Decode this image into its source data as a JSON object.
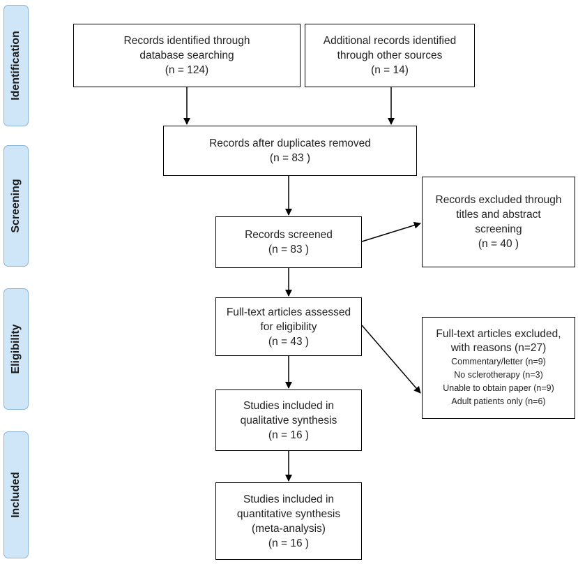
{
  "phases": {
    "identification": "Identification",
    "screening": "Screening",
    "eligibility": "Eligibility",
    "included": "Included"
  },
  "boxes": {
    "database_search": [
      "Records identified through",
      "database searching",
      "(n =  124)"
    ],
    "other_sources": [
      "Additional records identified",
      "through other sources",
      "(n = 14)"
    ],
    "duplicates_removed": [
      "Records after duplicates removed",
      "(n = 83 )"
    ],
    "records_screened": [
      "Records screened",
      "(n = 83 )"
    ],
    "records_excluded": [
      "Records excluded through",
      "titles and abstract",
      "screening",
      "(n = 40 )"
    ],
    "fulltext_assessed": [
      "Full-text articles assessed",
      "for eligibility",
      "(n = 43 )"
    ],
    "fulltext_excluded": {
      "heading": [
        "Full-text articles excluded,",
        "with reasons (n=27)"
      ],
      "reasons": [
        "Commentary/letter (n=9)",
        "No sclerotherapy (n=3)",
        "Unable to obtain paper (n=9)",
        "Adult patients only (n=6)"
      ]
    },
    "qualitative": [
      "Studies included in",
      "qualitative synthesis",
      "(n = 16 )"
    ],
    "quantitative": [
      "Studies included in",
      "quantitative synthesis",
      "(meta-analysis)",
      "(n = 16 )"
    ]
  }
}
